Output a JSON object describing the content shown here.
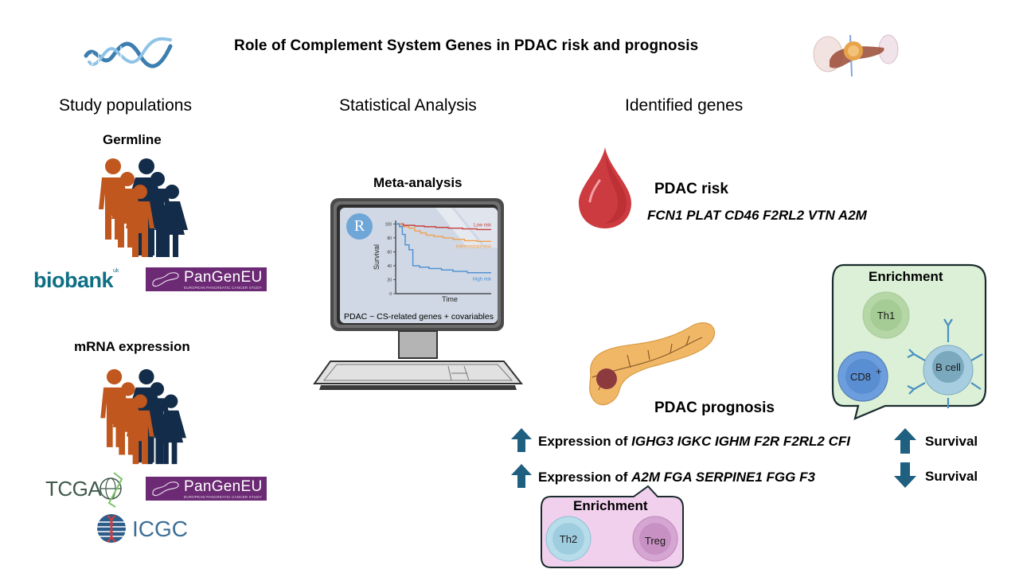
{
  "title": "Role of Complement System Genes in PDAC risk and prognosis",
  "icons": {
    "dna": "dna-helix-icon",
    "pancreas_top": "pancreas-anatomy-icon"
  },
  "sections": {
    "populations": "Study populations",
    "analysis": "Statistical Analysis",
    "genes": "Identified genes"
  },
  "populations": {
    "germline": {
      "label": "Germline",
      "logos": [
        "biobank",
        "PanGenEU"
      ],
      "biobank_sup": "uk",
      "pangen_sub": "EUROPEAN PANCREATIC CANCER STUDY"
    },
    "mrna": {
      "label": "mRNA expression",
      "logos": [
        "TCGA",
        "PanGenEU",
        "ICGC"
      ],
      "pangen_sub": "EUROPEAN PANCREATIC CANCER STUDY"
    }
  },
  "analysis": {
    "label": "Meta-analysis",
    "r_logo": "R",
    "formula": "PDAC ~ CS-related genes + covariables",
    "chart_data": {
      "type": "line",
      "title": "",
      "xlabel": "Time",
      "ylabel": "Survival",
      "yticks": [
        0,
        20,
        40,
        60,
        80,
        100
      ],
      "ylim": [
        0,
        105
      ],
      "xlim": [
        0,
        100
      ],
      "series": [
        {
          "name": "Low risk",
          "color": "#c8413f",
          "x": [
            0,
            8,
            20,
            30,
            42,
            55,
            70,
            85,
            100
          ],
          "y": [
            100,
            98,
            97,
            96,
            95,
            94,
            93,
            92,
            92
          ]
        },
        {
          "name": "Intermediate risk",
          "color": "#f0a050",
          "x": [
            0,
            6,
            14,
            20,
            26,
            32,
            40,
            50,
            60,
            72,
            85,
            100
          ],
          "y": [
            100,
            96,
            94,
            90,
            87,
            84,
            82,
            80,
            78,
            76,
            75,
            75
          ]
        },
        {
          "name": "High risk",
          "color": "#4a8fd4",
          "x": [
            0,
            4,
            7,
            10,
            14,
            18,
            25,
            35,
            48,
            60,
            75,
            100
          ],
          "y": [
            100,
            96,
            85,
            70,
            63,
            40,
            38,
            36,
            34,
            32,
            30,
            30
          ]
        }
      ]
    }
  },
  "risk": {
    "heading": "PDAC risk",
    "genes": "FCN1 PLAT CD46 F2RL2 VTN A2M"
  },
  "prognosis": {
    "heading": "PDAC prognosis",
    "rows": [
      {
        "prefix": "Expression of ",
        "genes": "IGHG3 IGKC IGHM F2R F2RL2 CFI",
        "direction": "up",
        "outcome_direction": "up",
        "outcome": "Survival"
      },
      {
        "prefix": "Expression of ",
        "genes": "A2M FGA SERPINE1 FGG F3",
        "direction": "up",
        "outcome_direction": "down",
        "outcome": "Survival"
      }
    ]
  },
  "enrichment_good": {
    "label": "Enrichment",
    "cells": [
      "Th1",
      "CD8",
      "B cell"
    ],
    "cd8_sup": "+"
  },
  "enrichment_bad": {
    "label": "Enrichment",
    "cells": [
      "Th2",
      "Treg"
    ]
  },
  "colors": {
    "arrow": "#1f5f7f",
    "female_figure": "#c0571e",
    "male_figure": "#132c49",
    "green_bubble": "#dbf0d6",
    "pink_bubble": "#f1d0ee",
    "pangen_purple": "#6b2a73",
    "biobank_teal": "#0f6f85"
  }
}
